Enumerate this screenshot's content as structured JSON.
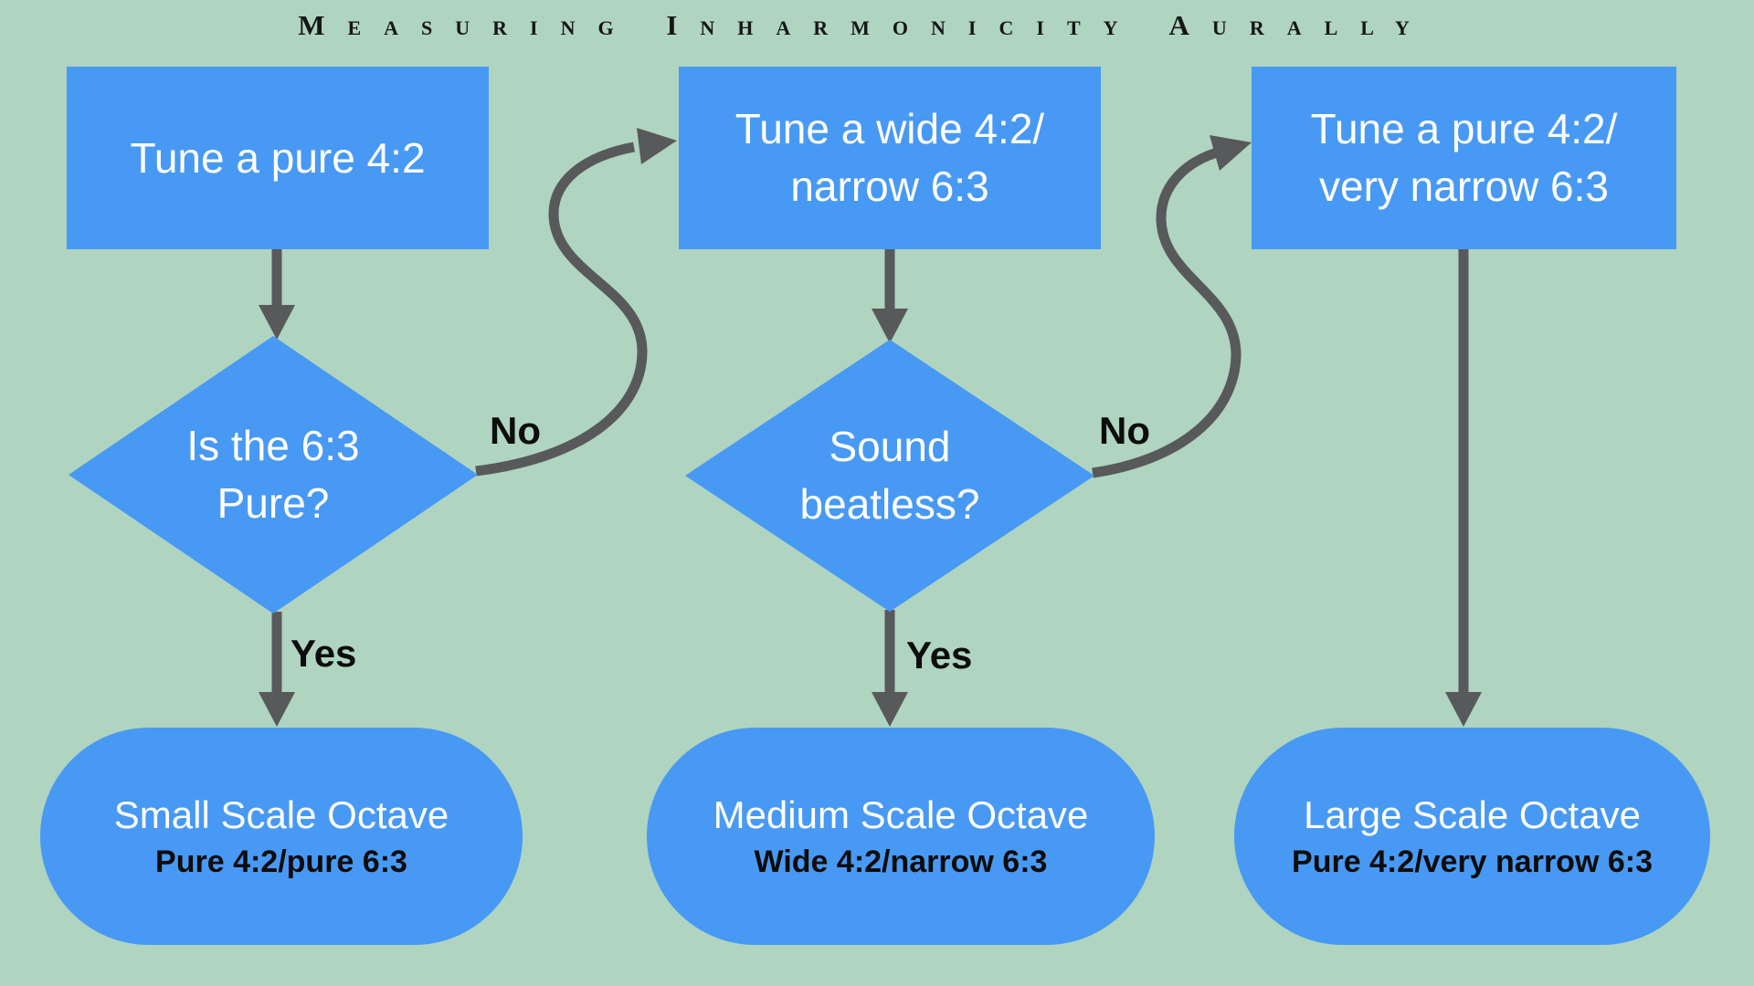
{
  "title": "Measuring Inharmonicity Aurally",
  "colors": {
    "background": "#AFD4C0",
    "shape_blue": "#4899F3",
    "arrow_gray": "#58595B",
    "shape_text": "#FFFFFF",
    "label_text": "#0D0D0D"
  },
  "columns": [
    {
      "process_box": {
        "lines": [
          "Tune a pure 4:2"
        ]
      },
      "decision_diamond": {
        "lines": [
          "Is the 6:3",
          "Pure?"
        ]
      },
      "no_label": "No",
      "yes_label": "Yes",
      "result_pill": {
        "title": "Small Scale Octave",
        "subtitle": "Pure 4:2/pure 6:3"
      }
    },
    {
      "process_box": {
        "lines": [
          "Tune a wide 4:2/",
          "narrow 6:3"
        ]
      },
      "decision_diamond": {
        "lines": [
          "Sound",
          "beatless?"
        ]
      },
      "no_label": "No",
      "yes_label": "Yes",
      "result_pill": {
        "title": "Medium Scale Octave",
        "subtitle": "Wide 4:2/narrow 6:3"
      }
    },
    {
      "process_box": {
        "lines": [
          "Tune a pure 4:2/",
          "very narrow 6:3"
        ]
      },
      "result_pill": {
        "title": "Large Scale Octave",
        "subtitle": "Pure 4:2/very narrow 6:3"
      }
    }
  ]
}
